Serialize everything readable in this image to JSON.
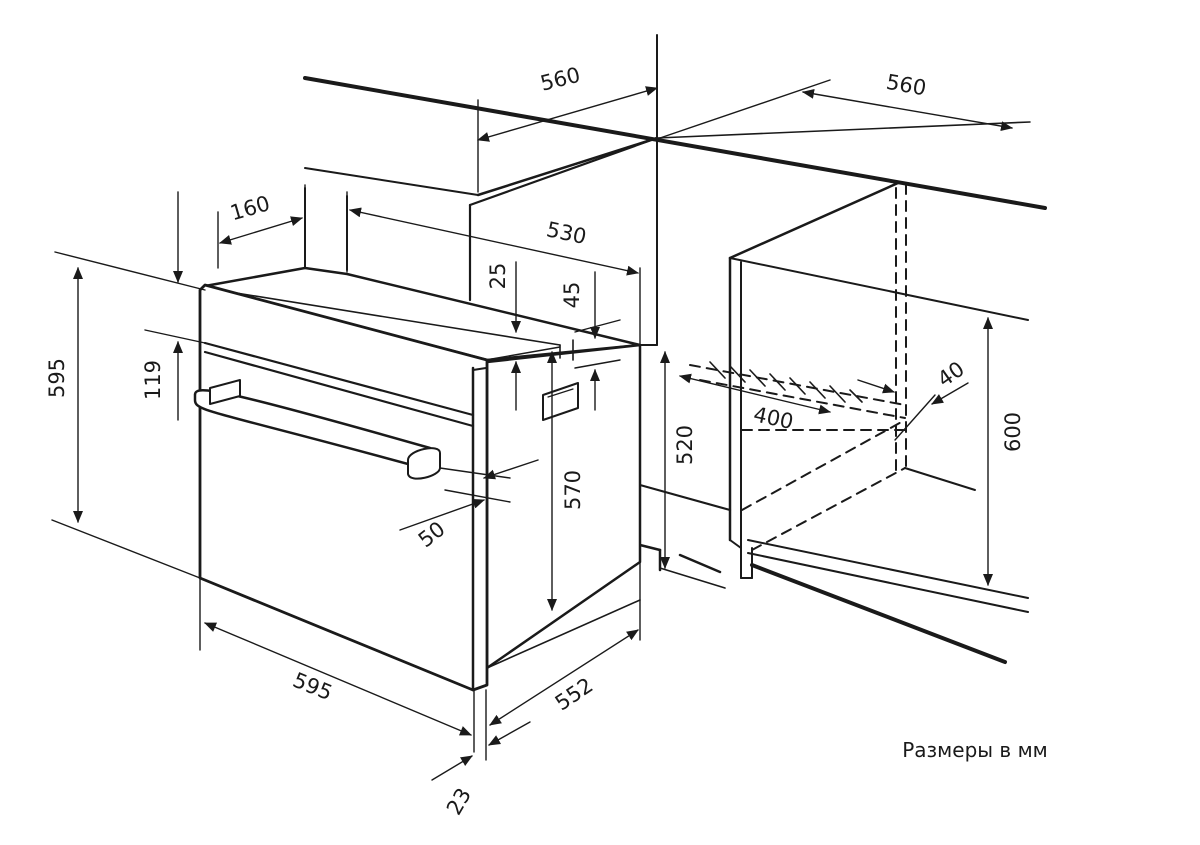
{
  "diagram": {
    "caption": "Размеры в мм",
    "colors": {
      "line": "#1a1a1a",
      "background": "#ffffff"
    },
    "dimensions": {
      "cabinet_width_top": "560",
      "cabinet_depth_right": "560",
      "rear_offset": "160",
      "niche_depth": "530",
      "top_gap": "25",
      "rear_step": "45",
      "panel_height": "119",
      "oven_height": "595",
      "niche_height_under": "520",
      "body_height": "570",
      "handle_depth": "50",
      "oven_width": "595",
      "body_depth": "552",
      "door_thickness": "23",
      "vent_width": "400",
      "vent_depth": "40",
      "niche_height": "600"
    }
  }
}
